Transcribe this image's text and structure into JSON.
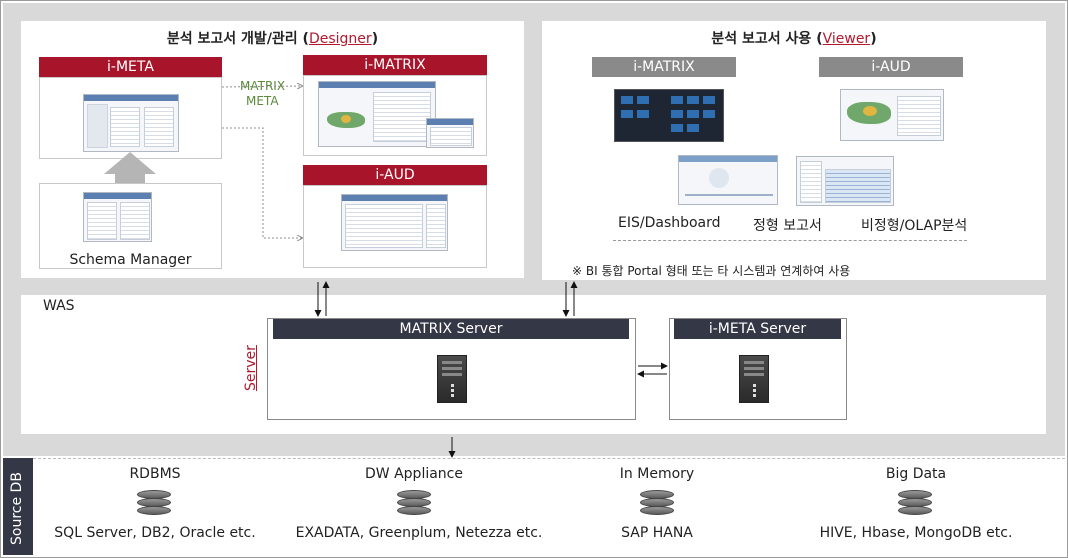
{
  "designer": {
    "title_prefix": "분석 보고서 개발/관리 (",
    "title_accent": "Designer",
    "title_suffix": ")",
    "imeta": "i-META",
    "imatrix": "i-MATRIX",
    "iaud": "i-AUD",
    "schema_manager": "Schema Manager",
    "matrix_meta_line1": "MATRIX",
    "matrix_meta_line2": "META"
  },
  "viewer": {
    "title_prefix": "분석 보고서 사용 (",
    "title_accent": "Viewer",
    "title_suffix": ")",
    "imatrix": "i-MATRIX",
    "iaud": "i-AUD",
    "eis": "EIS/Dashboard",
    "fixed": "정형 보고서",
    "olap": "비정형/OLAP분석",
    "note": "※ BI 통합 Portal 형태 또는 타 시스템과 연계하여 사용"
  },
  "was": {
    "label": "WAS",
    "server_label": "Server",
    "matrix_server": "MATRIX Server",
    "imeta_server": "i-META Server"
  },
  "source": {
    "label": "Source DB",
    "groups": [
      {
        "title": "RDBMS",
        "desc": "SQL Server, DB2, Oracle etc."
      },
      {
        "title": "DW Appliance",
        "desc": "EXADATA, Greenplum, Netezza etc."
      },
      {
        "title": "In Memory",
        "desc": "SAP HANA"
      },
      {
        "title": "Big Data",
        "desc": "HIVE, Hbase, MongoDB etc."
      }
    ]
  },
  "colors": {
    "brand_red": "#a8152a",
    "accent_red": "#b3192e",
    "dark_header": "#343746",
    "panel_gray": "#d9d9d9"
  }
}
